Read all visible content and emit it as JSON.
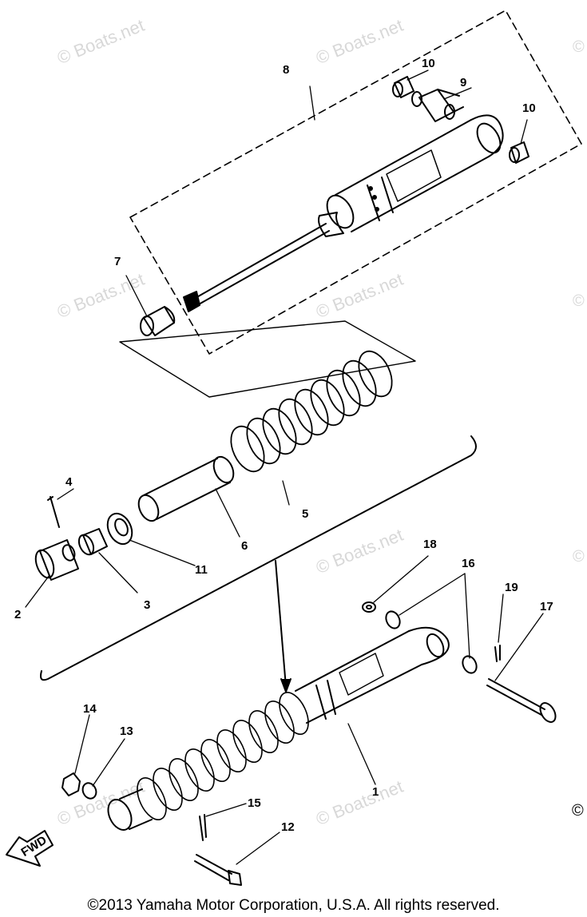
{
  "watermark": "© Boats.net",
  "edge_mark": "©",
  "copyright": "©2013 Yamaha Motor Corporation, U.S.A. All rights reserved.",
  "fwd_label": "FWD",
  "callouts": {
    "c1": "1",
    "c2": "2",
    "c3": "3",
    "c4": "4",
    "c5": "5",
    "c6": "6",
    "c7": "7",
    "c8": "8",
    "c9": "9",
    "c10a": "10",
    "c10b": "10",
    "c11": "11",
    "c12": "12",
    "c13": "13",
    "c14": "14",
    "c15": "15",
    "c16": "16",
    "c17": "17",
    "c18": "18",
    "c19": "19"
  }
}
